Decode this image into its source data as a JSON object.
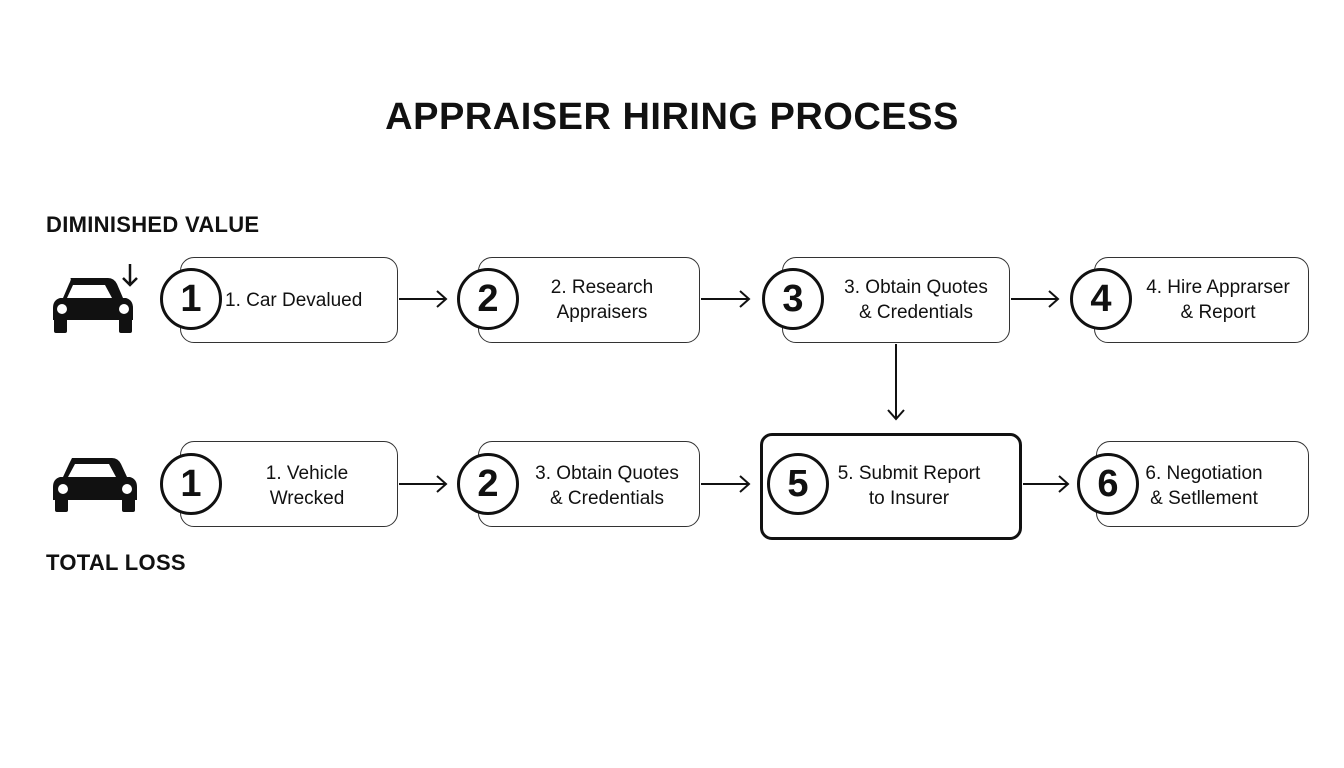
{
  "title": "APPRAISER HIRING PROCESS",
  "rows": {
    "diminished": {
      "label": "DIMINISHED VALUE",
      "car_icon": "car-devalued-icon",
      "steps": [
        {
          "number": "1",
          "text": "1. Car Devalued"
        },
        {
          "number": "2",
          "text": "2. Research\nAppraisers"
        },
        {
          "number": "3",
          "text": "3. Obtain Quotes\n& Credentials"
        },
        {
          "number": "4",
          "text": "4. Hire Apprarser\n& Report"
        }
      ]
    },
    "total_loss": {
      "label": "TOTAL LOSS",
      "car_icon": "car-icon",
      "steps": [
        {
          "number": "1",
          "text": "1. Vehicle\nWrecked"
        },
        {
          "number": "2",
          "text": "3. Obtain Quotes\n& Credentials"
        },
        {
          "number": "5",
          "text": "5. Submit Report\nto Insurer"
        },
        {
          "number": "6",
          "text": "6. Negotiation\n& Setllement"
        }
      ]
    }
  },
  "colors": {
    "stroke": "#111111",
    "box_border": "#333333",
    "background": "#ffffff"
  }
}
